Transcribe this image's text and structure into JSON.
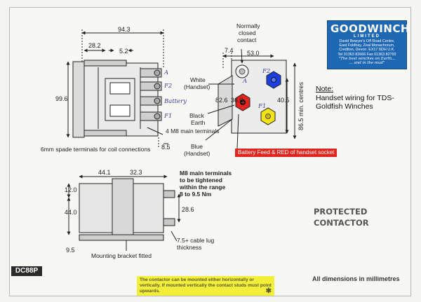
{
  "model": "DC88P",
  "logo": {
    "name": "GOODWINCH",
    "subtitle": "LIMITED",
    "address_lines": [
      "David Bowyer's Off Road Centre,",
      "East Foldhay, Zeal Monachorum,",
      "Crediton, Devon. EX17 6DH  U.K.",
      "Tel 01363 82666   Fax 01363 82792"
    ],
    "tagline_1": "\"The best winches on Earth...",
    "tagline_2": "... and in the mud\""
  },
  "note": {
    "heading": "Note",
    "text": "Handset wiring for TDS-Goldfish Winches"
  },
  "top_view": {
    "dims": {
      "overall_width": "94.3",
      "left_offset": "28.2",
      "spacing": "5.2",
      "height": "99.6",
      "terminal_offset": "8.5"
    },
    "terminals": [
      "A",
      "F2",
      "Battery",
      "F1"
    ],
    "labels": {
      "main_terminals": "4 M8 main terminals",
      "spade_terminals": "6mm spade terminals for coil connections"
    }
  },
  "side_view": {
    "dims": {
      "width_a": "44.1",
      "width_b": "32.3",
      "top": "12.0",
      "height": "44.0",
      "bottom": "9.5",
      "terminal_spacing": "28.6"
    },
    "labels": {
      "torque": "M8 main terminals to be tightened within the range 8 to 9.5 Nm",
      "cable_lug": "7.5+ cable lug thickness",
      "bracket": "Mounting bracket fitted"
    }
  },
  "socket_view": {
    "dims": {
      "left": "7.4",
      "width": "53.0",
      "d1": "82.6",
      "d2": "36.0",
      "height": "40.5",
      "centres": "86.5 min. centres"
    },
    "labels": {
      "normally_closed": "Normally closed contact",
      "white": "White (Handset)",
      "black": "Black Earth",
      "blue": "Blue (Handset)",
      "battery_feed": "Battery Feed & RED of handset socket",
      "a": "A",
      "f2": "F2",
      "f1": "F1"
    },
    "colors": {
      "blue_hex": "#1c3fe0",
      "red_hex": "#e0241e",
      "yellow_hex": "#f2e21a"
    }
  },
  "protected": {
    "line_1": "PROTECTED",
    "line_2": "CONTACTOR"
  },
  "footer": {
    "mount_note": "The contactor can be mounted either horizontally or vertically. If mounted vertically the contact studs must point upwards.",
    "all_dims": "All dimensions in millimetres"
  }
}
